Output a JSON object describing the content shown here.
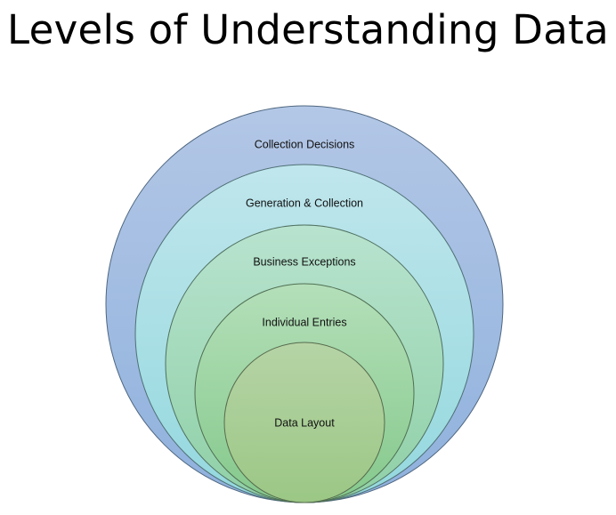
{
  "title": "Levels of Understanding Data",
  "levels": [
    {
      "label": "Collection  Decisions",
      "color_top": "#b3c7e6",
      "color_bottom": "#8fb1dd",
      "stroke": "#4f6780"
    },
    {
      "label": "Generation & Collection",
      "color_top": "#bfe6ec",
      "color_bottom": "#93d8de",
      "stroke": "#4f7075"
    },
    {
      "label": "Business Exceptions",
      "color_top": "#b8e3cf",
      "color_bottom": "#8fd0a6",
      "stroke": "#4f7060"
    },
    {
      "label": "Individual Entries",
      "color_top": "#b4dfb9",
      "color_bottom": "#85c98c",
      "stroke": "#4f6f53"
    },
    {
      "label": "Data Layout",
      "color_top": "#b6d4a6",
      "color_bottom": "#9bc785",
      "stroke": "#566b4d"
    }
  ]
}
